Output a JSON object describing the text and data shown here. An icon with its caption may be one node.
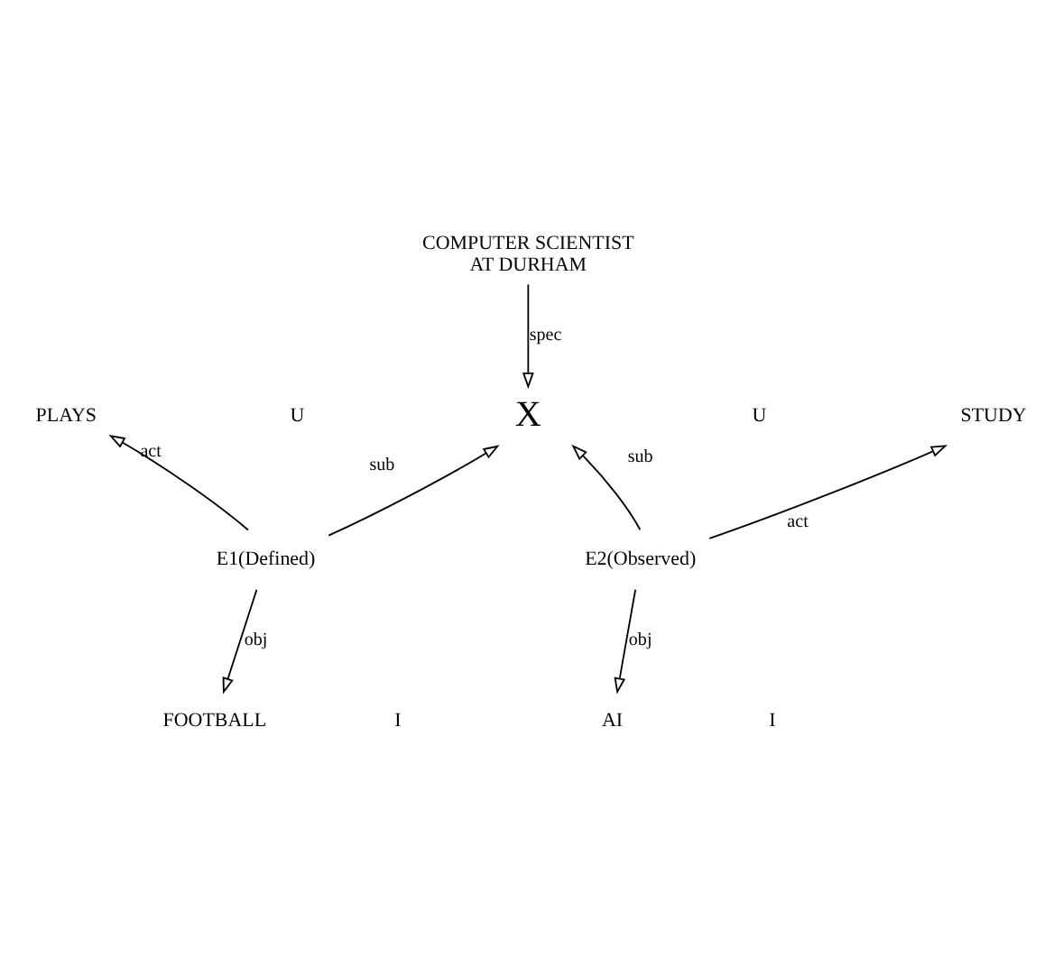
{
  "diagram": {
    "nodes": [
      {
        "text": [
          "COMPUTER SCIENTIST AT DURHAM"
        ]
      },
      {
        "text": [
          "PLAYS"
        ]
      },
      {
        "text": [
          "X"
        ]
      },
      {
        "text": [
          "STUDY"
        ]
      },
      {
        "text": [
          "E1(Defined)"
        ]
      },
      {
        "text": [
          "E2(Observed)"
        ]
      },
      {
        "text": [
          "FOOTBALL"
        ]
      },
      {
        "text": [
          "AI"
        ]
      }
    ],
    "edges": [
      {
        "from": 0,
        "to": 2,
        "arrow": "to",
        "label": "spec"
      },
      {
        "from": 4,
        "to": 1,
        "arrow": "to",
        "label": "act"
      },
      {
        "from": 4,
        "to": 2,
        "arrow": "to",
        "label": "sub"
      },
      {
        "from": 5,
        "to": 2,
        "arrow": "to",
        "label": "sub"
      },
      {
        "from": 5,
        "to": 3,
        "arrow": "to",
        "label": "act"
      },
      {
        "from": 4,
        "to": 6,
        "arrow": "to",
        "label": "obj"
      },
      {
        "from": 5,
        "to": 7,
        "arrow": "to",
        "label": "obj"
      }
    ],
    "labels": [
      "U",
      "U",
      "I",
      "I"
    ]
  }
}
